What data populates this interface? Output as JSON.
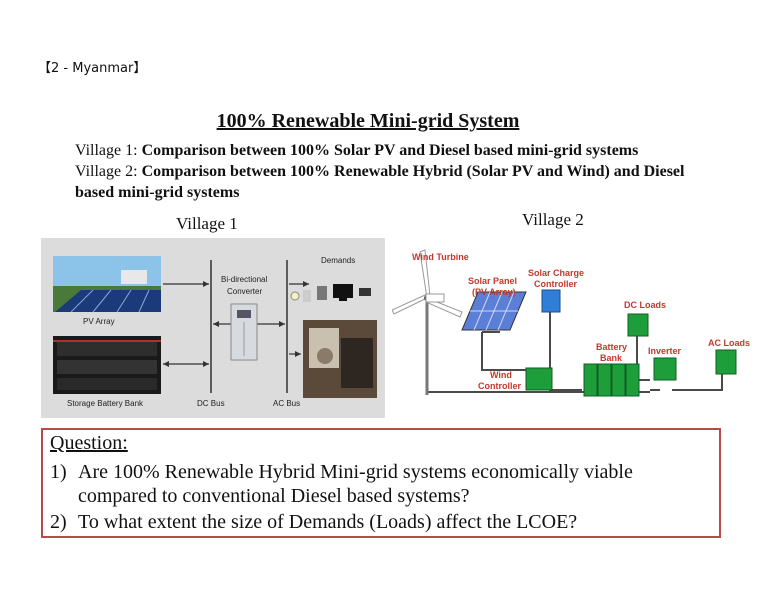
{
  "header": {
    "tag": "【2 - Myanmar】"
  },
  "title": "100% Renewable Mini-grid System",
  "villages": [
    {
      "label": "Village 1",
      "desc": "Comparison between 100% Solar PV and Diesel based mini-grid systems"
    },
    {
      "label": "Village 2",
      "desc": "Comparison between 100% Renewable Hybrid (Solar PV and Wind) and Diesel based mini-grid systems"
    }
  ],
  "figure1": {
    "caption": "Village 1",
    "labels": {
      "pv": "PV Array",
      "battery": "Storage Battery Bank",
      "converter_1": "Bi-directional",
      "converter_2": "Converter",
      "demands": "Demands",
      "dcbus": "DC Bus",
      "acbus": "AC Bus"
    }
  },
  "figure2": {
    "caption": "Village 2",
    "labels": {
      "wind_turbine": "Wind Turbine",
      "solar_panel_1": "Solar Panel",
      "solar_panel_2": "(PV Array)",
      "charge_1": "Solar Charge",
      "charge_2": "Controller",
      "dc_loads": "DC Loads",
      "battery_1": "Battery",
      "battery_2": "Bank",
      "inverter": "Inverter",
      "ac_loads": "AC Loads",
      "wind_ctrl_1": "Wind",
      "wind_ctrl_2": "Controller"
    }
  },
  "question": {
    "title": "Question:",
    "items": [
      {
        "num": "1)",
        "text": "Are 100% Renewable Hybrid Mini-grid systems economically viable compared to conventional Diesel based systems?"
      },
      {
        "num": "2)",
        "text": "To what extent the size of Demands (Loads) affect the LCOE?"
      }
    ]
  },
  "colors": {
    "label_red": "#c0392b",
    "box_border": "#b84a4a",
    "wire": "#4a4a4a",
    "green": "#1e9e3a",
    "blue": "#2f7fd8"
  }
}
